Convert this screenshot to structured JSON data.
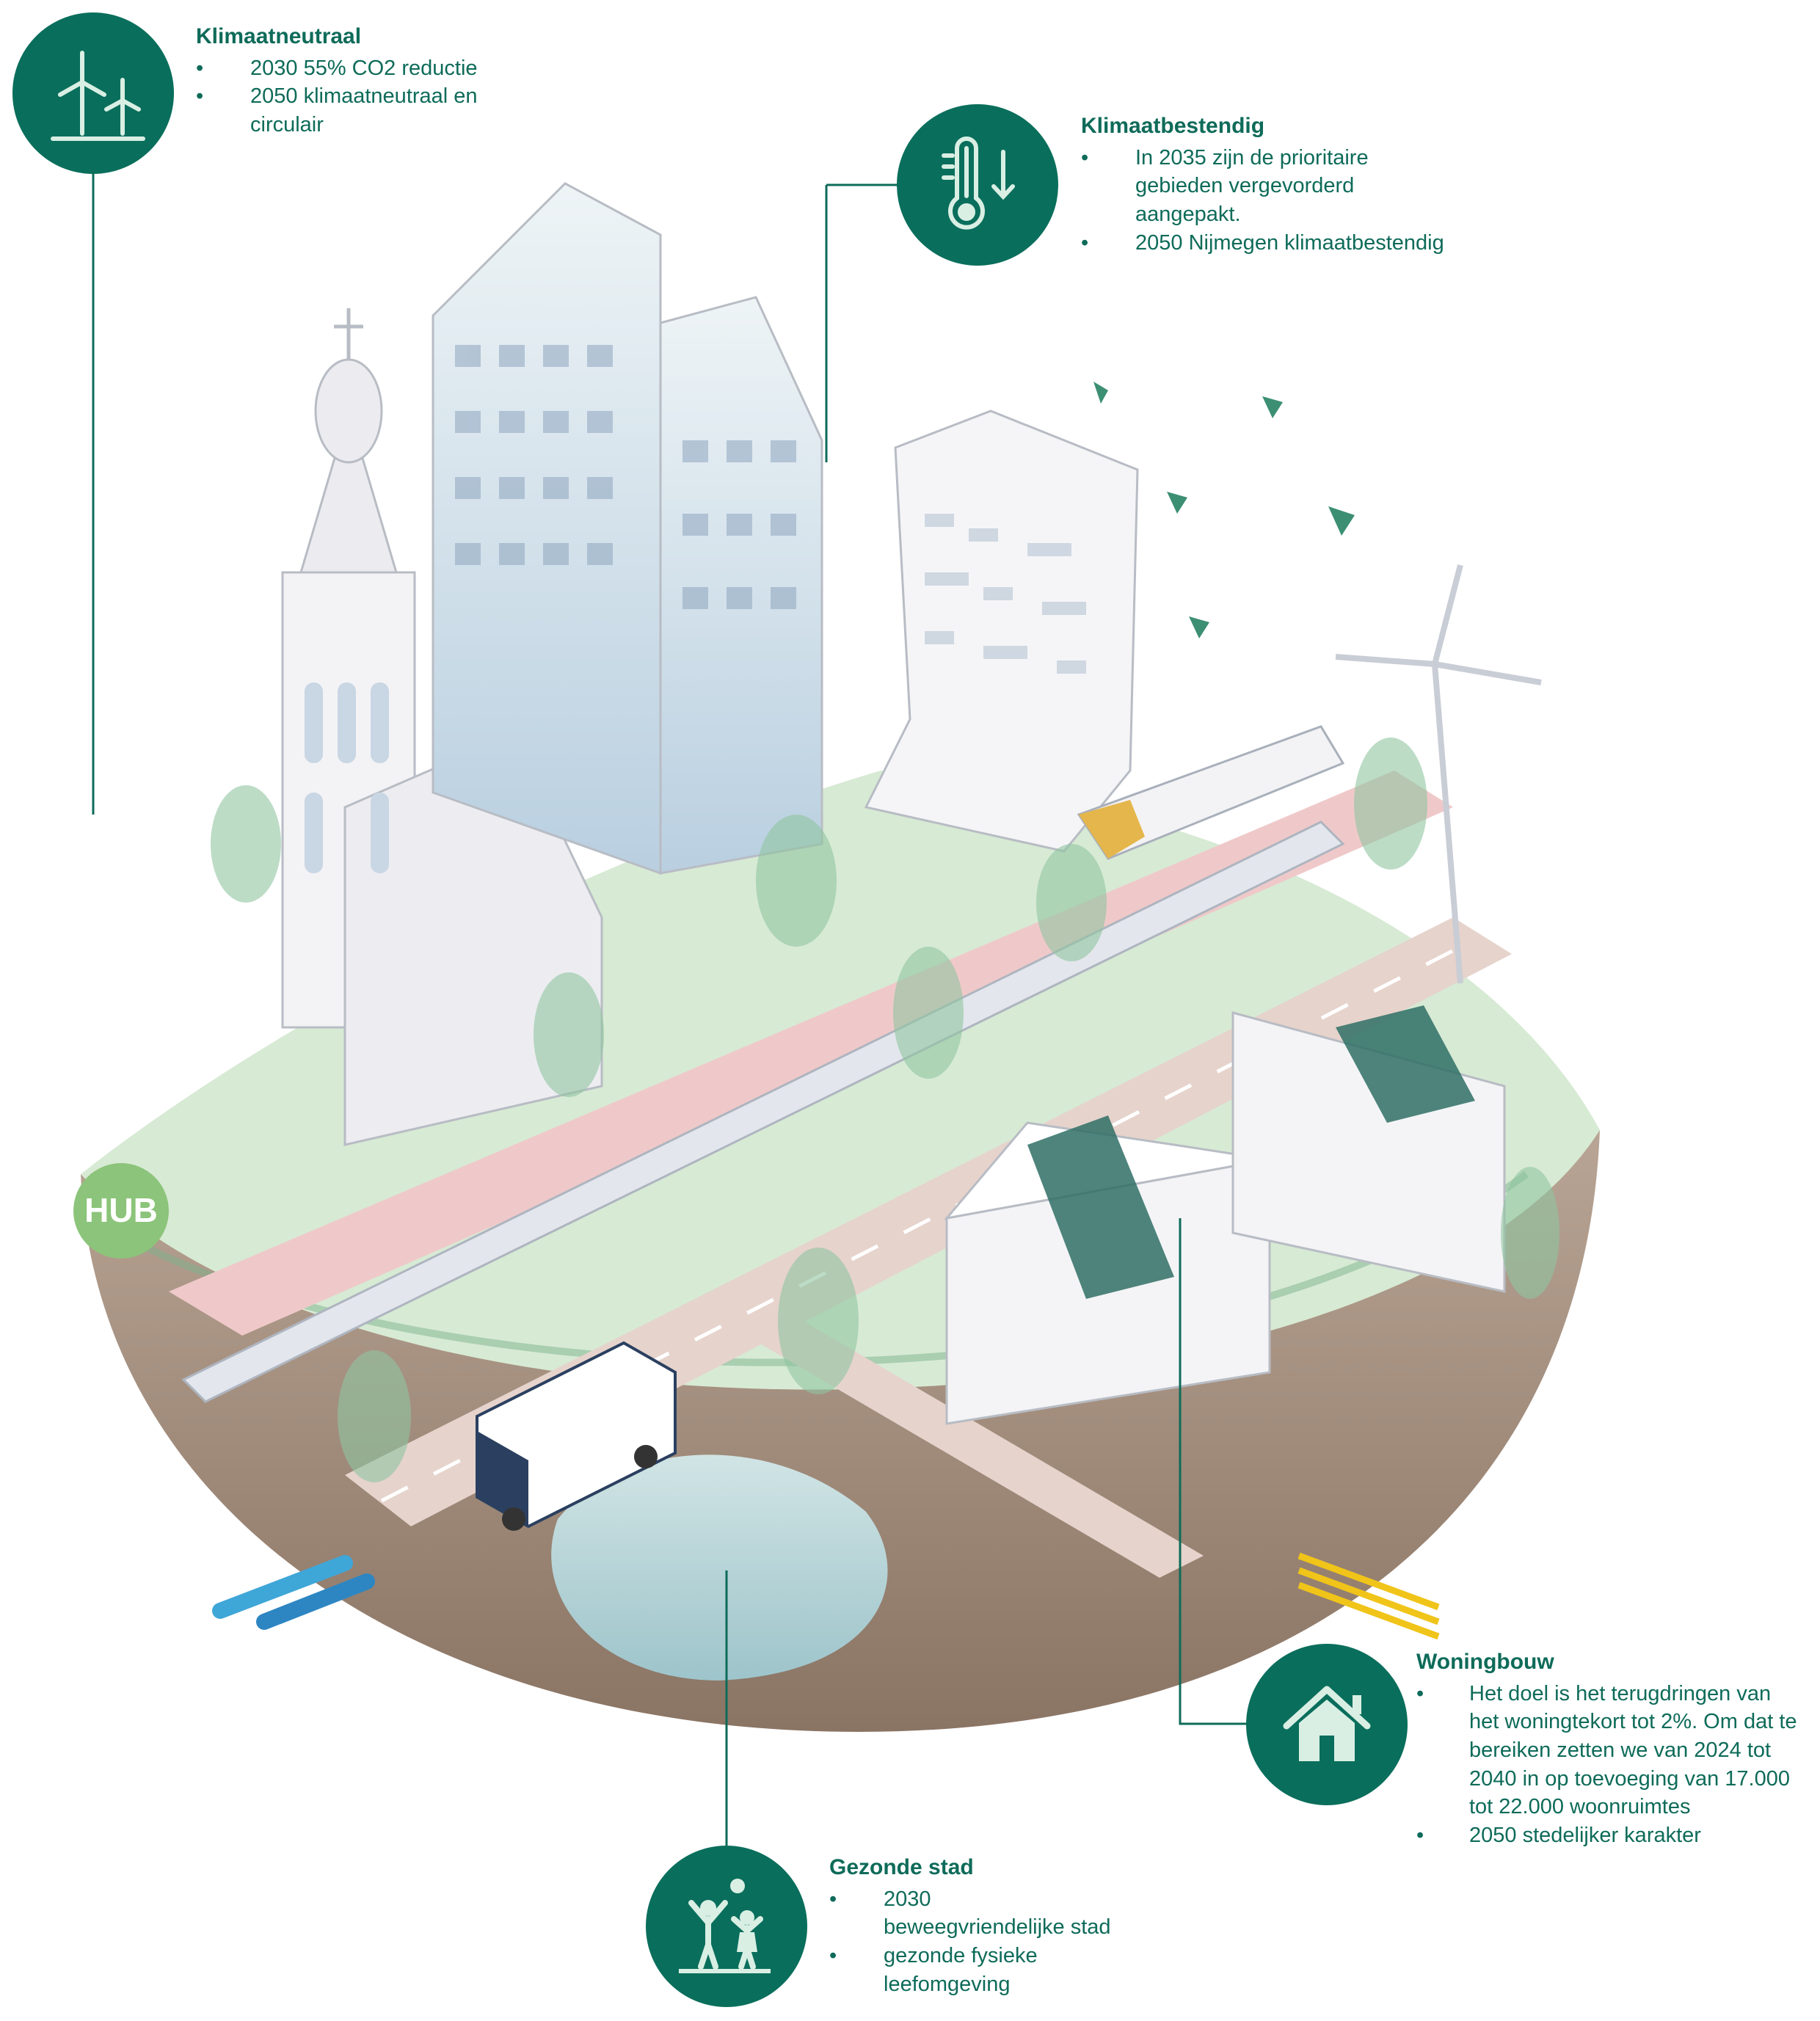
{
  "callouts": {
    "klimaatneutraal": {
      "title": "Klimaatneutraal",
      "icon": "wind-turbine-icon",
      "items": [
        "2030 55% CO2 reductie",
        "2050 klimaatneutraal en circulair"
      ]
    },
    "klimaatbestendig": {
      "title": "Klimaatbestendig",
      "icon": "thermometer-down-icon",
      "items": [
        "In 2035 zijn de prioritaire gebieden vergevorderd aangepakt.",
        "2050 Nijmegen klimaatbestendig"
      ]
    },
    "woningbouw": {
      "title": "Woningbouw",
      "icon": "house-icon",
      "items": [
        "Het doel is het terugdringen van het woningtekort tot 2%. Om dat te bereiken zetten we van 2024 tot 2040 in op toevoeging van 17.000 tot 22.000 woonruimtes",
        "2050 stedelijker karakter"
      ]
    },
    "gezonde_stad": {
      "title": "Gezonde stad",
      "icon": "people-playing-icon",
      "items": [
        "2030 beweegvriendelijke stad",
        "gezonde fysieke leefomgeving"
      ]
    }
  },
  "illustration": {
    "hub_label": "HUB",
    "colors": {
      "brand_green": "#0a6e5c",
      "text_green": "#0e6b59",
      "grass": "#cfe6cf",
      "ground": "#9b8573",
      "water": "#bfe1e6",
      "road_pink": "#efc9c9"
    }
  }
}
